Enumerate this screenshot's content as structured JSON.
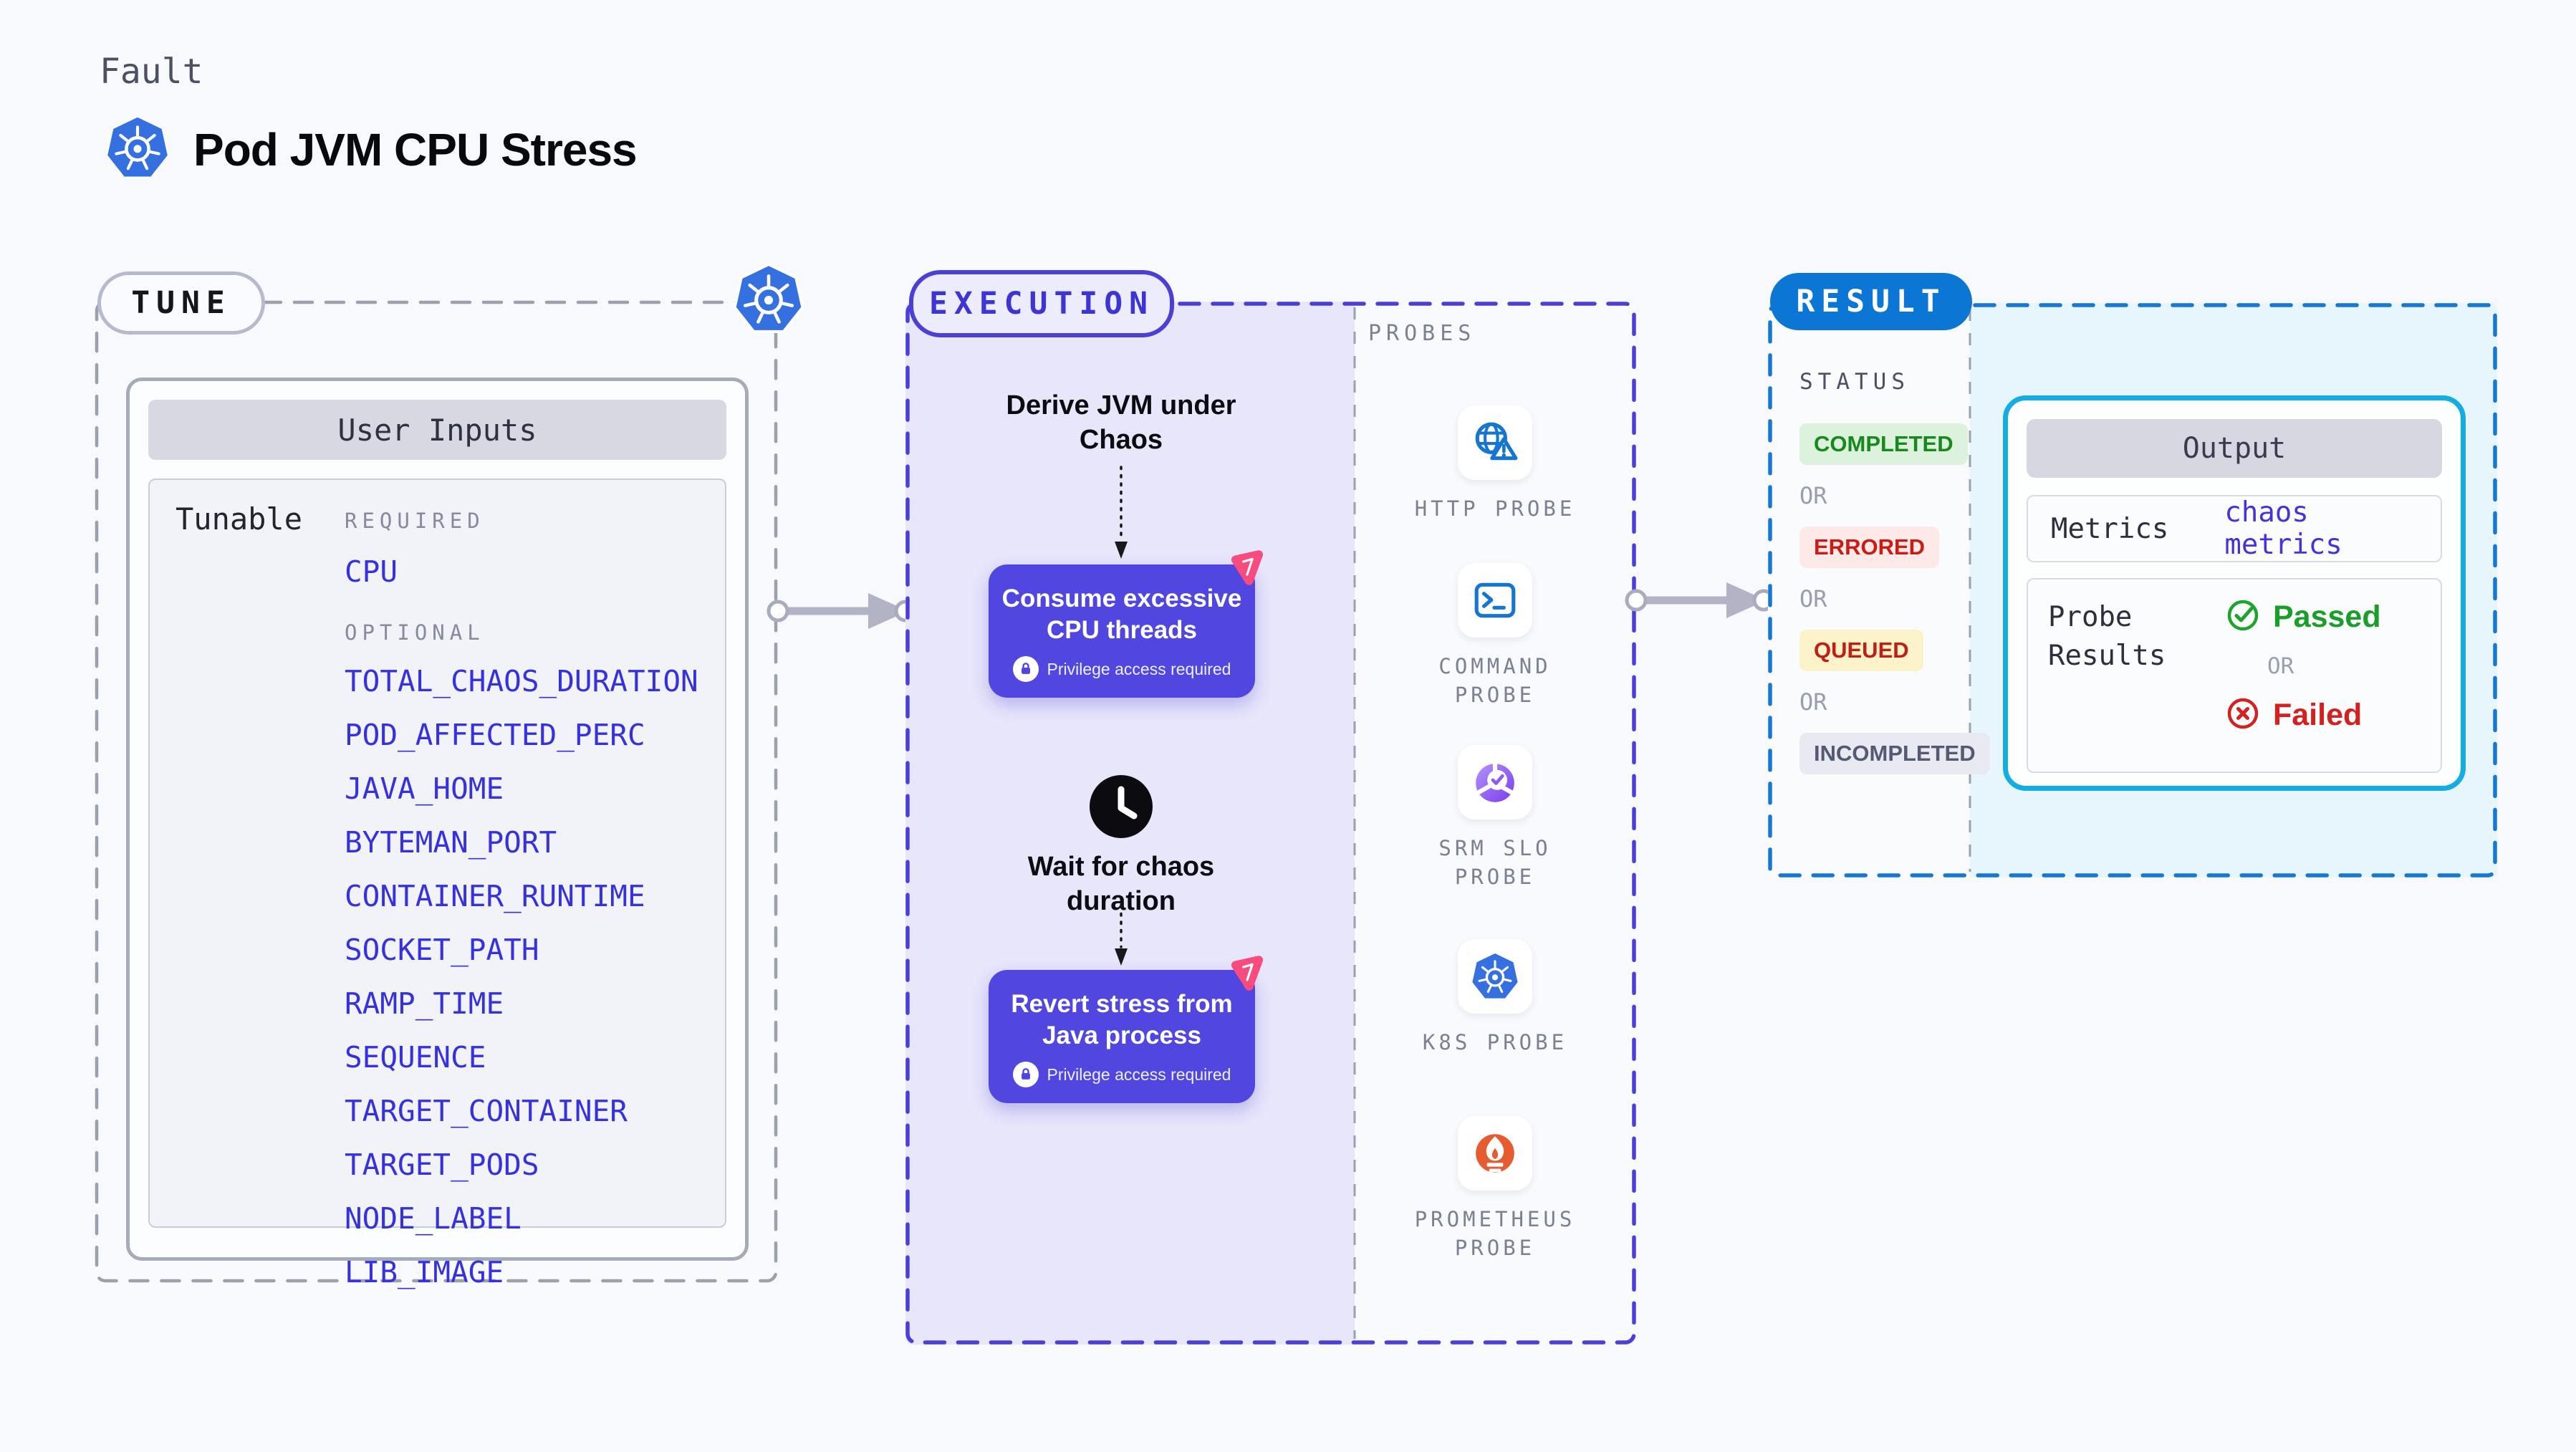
{
  "colors": {
    "page_bg": "#f7f9fc",
    "tunable_link": "#3531de",
    "execution_accent": "#4a3fd7",
    "execution_fill": "#e7e6fb",
    "action_box": "#5147e0",
    "litmus_pink": "#f84c7e",
    "result_accent": "#0c76d4",
    "result_fill": "#e7f5fc",
    "output_border": "#15ace2",
    "status_completed": "#168a1c",
    "status_errored": "#ca1c13",
    "status_queued": "#bd2015",
    "status_incompleted": "#545a74",
    "passed_green": "#1b9d2a",
    "failed_red": "#d32120",
    "kubernetes_blue": "#3570e0",
    "prometheus_orange": "#e65c30"
  },
  "header": {
    "eyebrow": "Fault",
    "title": "Pod JVM CPU Stress",
    "logo": "kubernetes-icon"
  },
  "tune": {
    "badge": "TUNE",
    "panel_title": "User Inputs",
    "row_label": "Tunable",
    "required_label": "REQUIRED",
    "required_items": [
      "CPU"
    ],
    "optional_label": "OPTIONAL",
    "optional_items": [
      "TOTAL_CHAOS_DURATION",
      "POD_AFFECTED_PERC",
      "JAVA_HOME",
      "BYTEMAN_PORT",
      "CONTAINER_RUNTIME",
      "SOCKET_PATH",
      "RAMP_TIME",
      "SEQUENCE",
      "TARGET_CONTAINER",
      "TARGET_PODS",
      "NODE_LABEL",
      "LIB_IMAGE"
    ]
  },
  "execution": {
    "badge": "EXECUTION",
    "step_derive": "Derive JVM under Chaos",
    "action_consume": {
      "title": "Consume excessive CPU threads",
      "note": "Privilege access required"
    },
    "step_wait": "Wait for chaos duration",
    "action_revert": {
      "title": "Revert stress from Java process",
      "note": "Privilege access required"
    },
    "probes_label": "PROBES",
    "probes": [
      {
        "name": "HTTP PROBE",
        "icon": "globe-alert-icon"
      },
      {
        "name": "COMMAND PROBE",
        "icon": "terminal-icon"
      },
      {
        "name": "SRM SLO PROBE",
        "icon": "slo-donut-check-icon"
      },
      {
        "name": "K8S PROBE",
        "icon": "kubernetes-icon"
      },
      {
        "name": "PROMETHEUS PROBE",
        "icon": "prometheus-flame-icon"
      }
    ]
  },
  "result": {
    "badge": "RESULT",
    "status_label": "STATUS",
    "or_label": "OR",
    "statuses": [
      {
        "label": "COMPLETED",
        "color": "#168a1c",
        "bg": "#dcf2dc"
      },
      {
        "label": "ERRORED",
        "color": "#ca1c13",
        "bg": "#fce9e8"
      },
      {
        "label": "QUEUED",
        "color": "#bd2015",
        "bg": "#fcf2c9"
      },
      {
        "label": "INCOMPLETED",
        "color": "#545a74",
        "bg": "#e8e9f1"
      }
    ],
    "output": {
      "title": "Output",
      "metrics_label": "Metrics",
      "metrics_value": "chaos metrics",
      "probe_results_label": "Probe Results",
      "passed_label": "Passed",
      "or_label": "OR",
      "failed_label": "Failed"
    }
  }
}
